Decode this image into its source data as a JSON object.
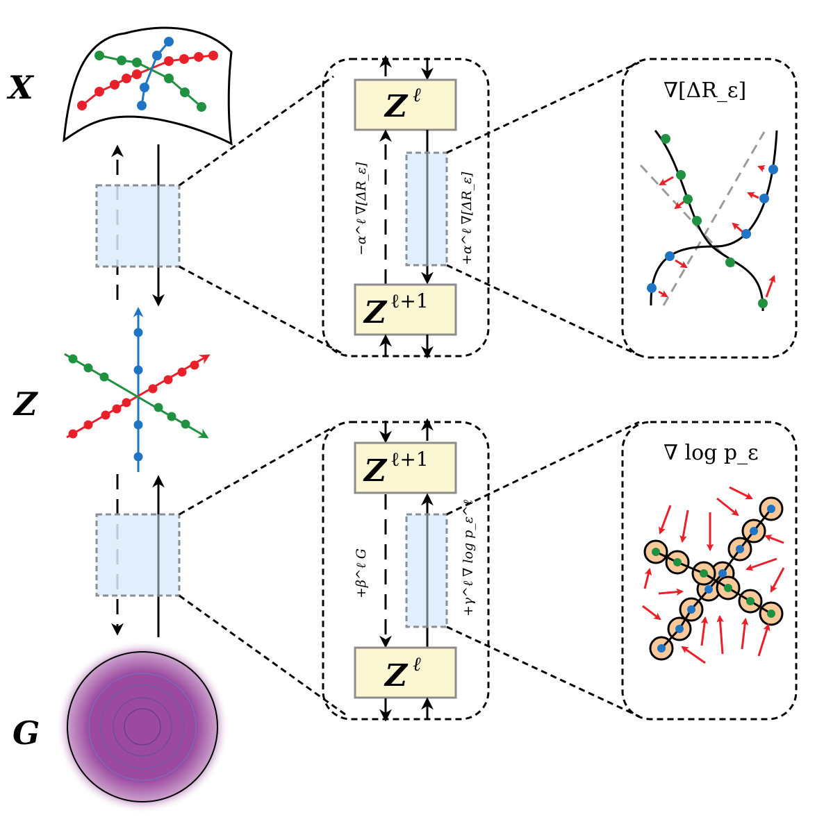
{
  "labels": {
    "x": "X",
    "z": "Z",
    "g": "G"
  },
  "upper_block": {
    "top_box": {
      "base": "Z",
      "superscript": "ℓ"
    },
    "bottom_box": {
      "base": "Z",
      "superscript": "ℓ+1"
    },
    "left_annotation": "−α^ℓ ∇[ΔR_ε]",
    "right_annotation": "+α^ℓ ∇[ΔR_ε]"
  },
  "lower_block": {
    "top_box": {
      "base": "Z",
      "superscript": "ℓ+1"
    },
    "bottom_box": {
      "base": "Z",
      "superscript": "ℓ"
    },
    "left_annotation": "+β^ℓ G",
    "right_annotation": "+γ^ℓ ∇ log p_ε^ℓ"
  },
  "upper_detail": {
    "title": "∇[ΔR_ε]"
  },
  "lower_detail": {
    "title": "∇ log p_ε"
  },
  "colors": {
    "red": "#e8202a",
    "green": "#1f9140",
    "blue": "#1f74c4",
    "arrow_red": "#e8202a",
    "box_fill": "#fbf7d2",
    "highlight_fill": "#dcebfa",
    "gaussian": "#9b4aa0",
    "bead_fill": "#f9c99a"
  }
}
